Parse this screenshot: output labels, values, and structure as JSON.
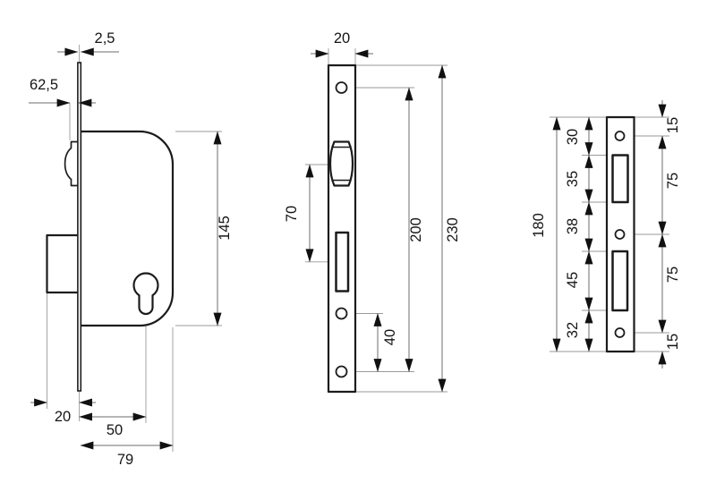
{
  "colors": {
    "background": "#ffffff",
    "outline": "#1c1c1c",
    "dimension_line": "#6e6e6e",
    "extension_line": "#9a9a9a",
    "arrow": "#111111",
    "text": "#151515"
  },
  "views": {
    "body_side": {
      "dims": {
        "faceplate_thickness": "2,5",
        "latch_offset": "62,5",
        "body_height": "145",
        "bolt_throw": "20",
        "backset": "50",
        "body_depth": "79"
      }
    },
    "faceplate_front": {
      "dims": {
        "plate_width": "20",
        "latch_to_deadbolt": "70",
        "screw_hole_span": "200",
        "plate_height": "230",
        "lower_hole_spacing": "40"
      }
    },
    "strike_plate": {
      "dims": {
        "plate_height": "180",
        "left_segments": [
          "30",
          "35",
          "38",
          "45",
          "32"
        ],
        "right_segments": [
          "15",
          "75",
          "75",
          "15"
        ]
      }
    }
  }
}
